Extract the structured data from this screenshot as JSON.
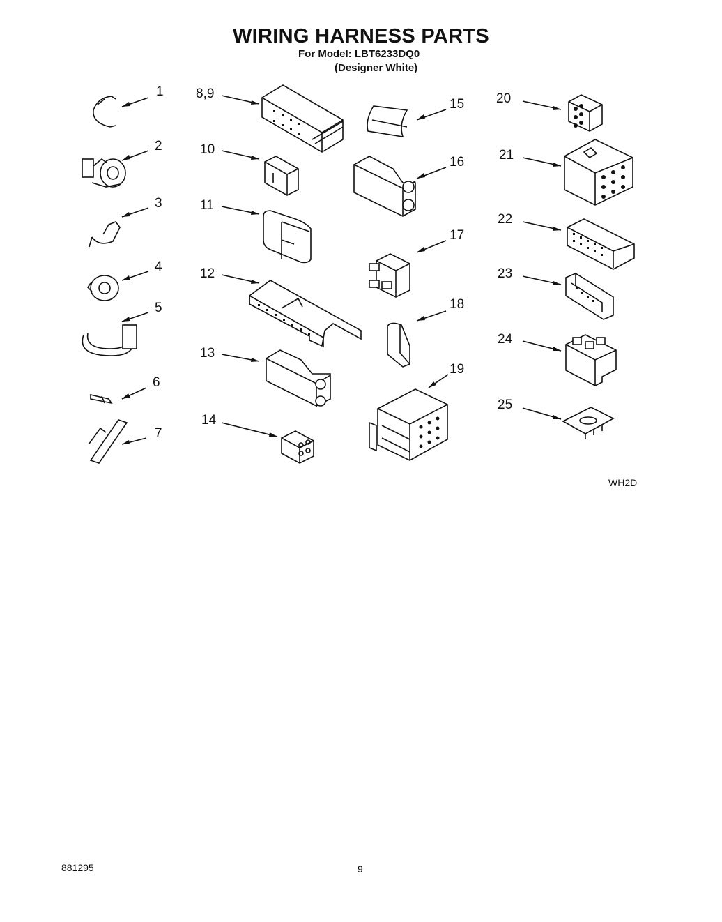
{
  "header": {
    "title": "WIRING HARNESS PARTS",
    "model_line": "For Model: LBT6233DQ0",
    "variant_line": "(Designer White)"
  },
  "callouts": [
    "1",
    "2",
    "3",
    "4",
    "5",
    "6",
    "7",
    "8,9",
    "10",
    "11",
    "12",
    "13",
    "14",
    "15",
    "16",
    "17",
    "18",
    "19",
    "20",
    "21",
    "22",
    "23",
    "24",
    "25"
  ],
  "diagram_code": "WH2D",
  "footer": {
    "doc_number": "881295",
    "page_number": "9"
  }
}
